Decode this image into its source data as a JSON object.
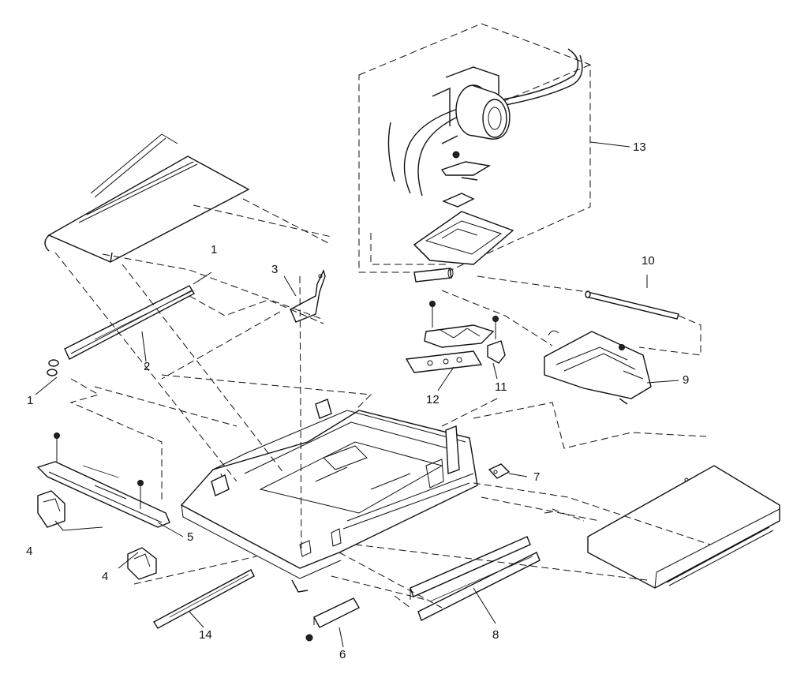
{
  "callouts": {
    "c1a": "1",
    "c1b": "1",
    "c2": "2",
    "c3": "3",
    "c4a": "4",
    "c4b": "4",
    "c5": "5",
    "c6": "6",
    "c7": "7",
    "c8": "8",
    "c9": "9",
    "c10": "10",
    "c11": "11",
    "c12": "12",
    "c13": "13",
    "c14": "14"
  }
}
